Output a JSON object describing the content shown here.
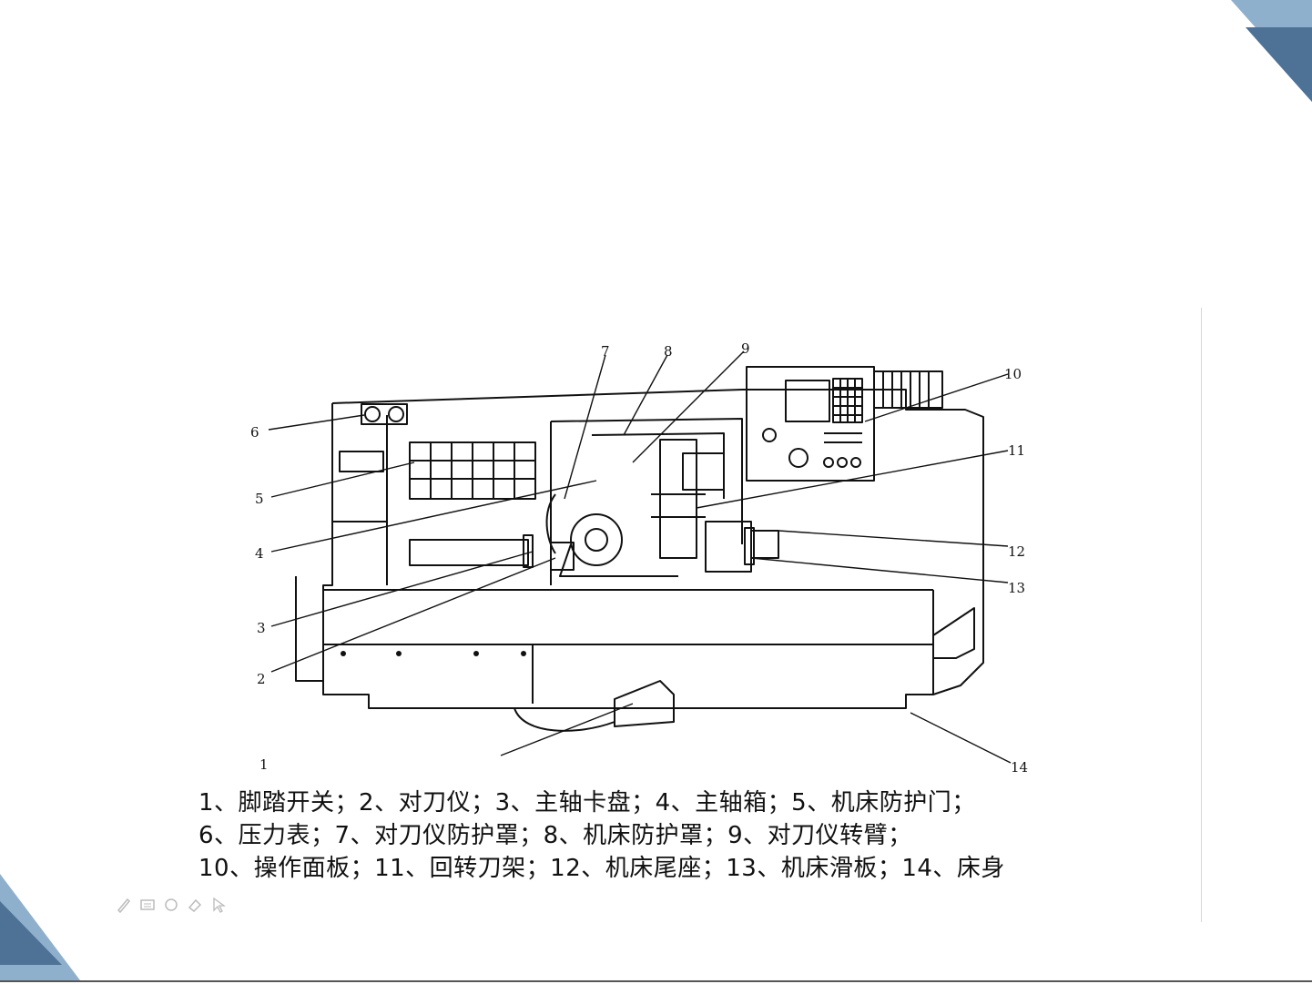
{
  "callouts": [
    "1",
    "2",
    "3",
    "4",
    "5",
    "6",
    "7",
    "8",
    "9",
    "10",
    "11",
    "12",
    "13",
    "14"
  ],
  "legend": {
    "line1": "1、脚踏开关；2、对刀仪；3、主轴卡盘；4、主轴箱；5、机床防护门；",
    "line2": "6、压力表；7、对刀仪防护罩；8、机床防护罩；9、对刀仪转臂；",
    "line3": "10、操作面板；11、回转刀架；12、机床尾座；13、机床滑板；14、床身"
  },
  "toolbar": {
    "icons": [
      "pen-icon",
      "slide-icon",
      "circle-icon",
      "eraser-icon",
      "pointer-icon"
    ]
  },
  "theme": {
    "accent_dark": "#4d7296",
    "accent_light": "#8fb0cc"
  }
}
